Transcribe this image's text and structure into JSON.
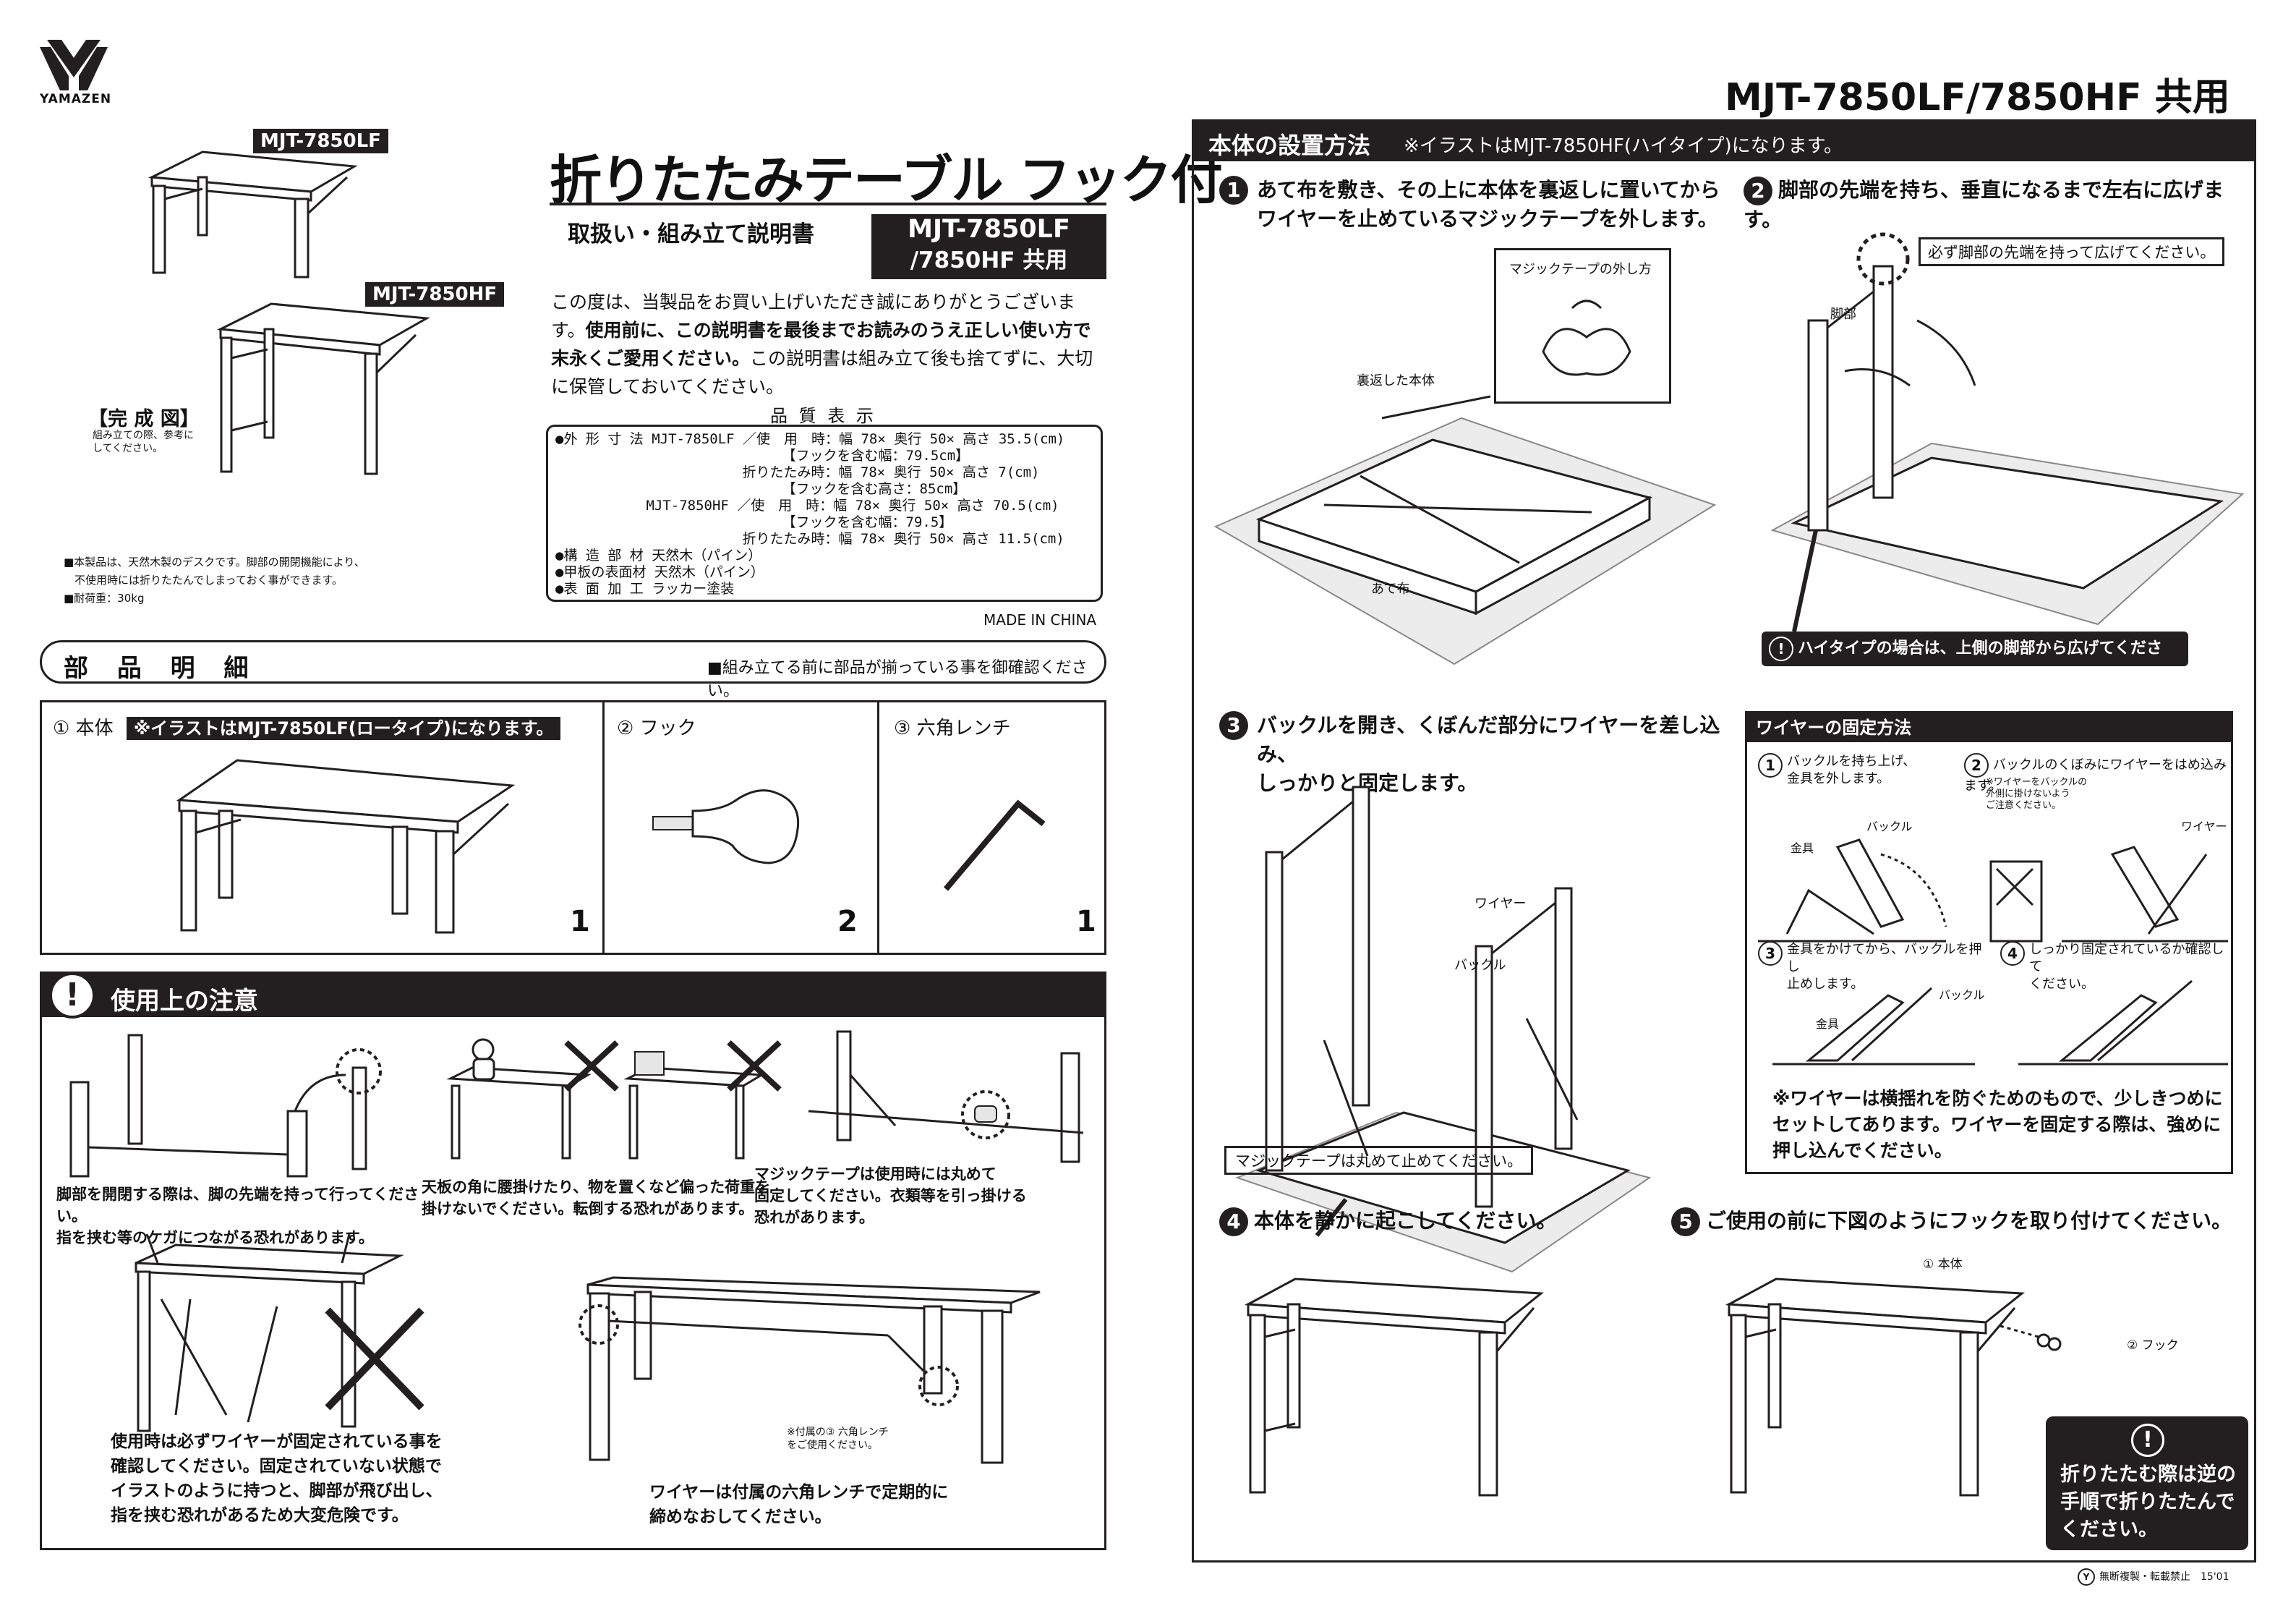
{
  "brand": {
    "name": "YAMAZEN"
  },
  "header": {
    "models_shared": "MJT-7850LF/7850HF 共用"
  },
  "left": {
    "model_lf": "MJT-7850LF",
    "model_hf": "MJT-7850HF",
    "completion_title": "【完 成 図】",
    "completion_note": "組み立ての際、参考にしてください。",
    "product_title": "折りたたみテーブル フック付",
    "manual_title": "取扱い・組み立て説明書",
    "model_box_line1": "MJT-7850LF",
    "model_box_line2": "/7850HF 共用",
    "intro_p1": "この度は、当製品をお買い上げいただき誠にありがとうございます。",
    "intro_bold": "使用前に、この説明書を最後までお読みのうえ正しい使い方で末永くご愛用ください。",
    "intro_p2": "この説明書は組み立て後も捨てずに、大切に保管しておいてください。",
    "notes": [
      "■本製品は、天然木製のデスクです。脚部の開閉機能により、",
      "　不使用時には折りたたんでしまっておく事ができます。",
      "■耐荷重：30kg"
    ],
    "quality_title": "品 質 表 示",
    "quality_lines": [
      "●外 形 寸 法  MJT-7850LF ／使　用　時：幅 78× 奥行 50× 高さ 35.5(cm)",
      "　　　　　　　　　　　　　　　　　【フックを含む幅：79.5cm】",
      "　　　　　　　　　　　　　 折りたたみ時：幅 78× 奥行 50× 高さ 7(cm)",
      "　　　　　　　　　　　　　　　　　【フックを含む高さ：85cm】",
      "　　　　　　  MJT-7850HF ／使　用　時：幅 78× 奥行 50× 高さ 70.5(cm)",
      "　　　　　　　　　　　　　　　　　【フックを含む幅：79.5】",
      "　　　　　　　　　　　　　 折りたたみ時：幅 78× 奥行 50× 高さ 11.5(cm)",
      "●構 造 部 材  天然木（パイン）",
      "●甲板の表面材  天然木（パイン）",
      "●表 面 加 工  ラッカー塗装"
    ],
    "made_in": "MADE IN CHINA",
    "parts_title": "部 品 明 細",
    "parts_note": "■組み立てる前に部品が揃っている事を御確認ください。",
    "parts": [
      {
        "label": "① 本体",
        "note": "※イラストはMJT-7850LF(ロータイプ)になります。",
        "qty": "1"
      },
      {
        "label": "② フック",
        "qty": "2"
      },
      {
        "label": "③ 六角レンチ",
        "qty": "1"
      }
    ],
    "caution_title": "使用上の注意",
    "cautions": [
      "脚部を開閉する際は、脚の先端を持って行ってください。\n指を挟む等のケガにつながる恐れがあります。",
      "天板の角に腰掛けたり、物を置くなど偏った荷重を\n掛けないでください。転倒する恐れがあります。",
      "マジックテープは使用時には丸めて\n固定してください。衣類等を引っ掛ける\n恐れがあります。",
      "使用時は必ずワイヤーが固定されている事を\n確認してください。固定されていない状態で\nイラストのように持つと、脚部が飛び出し、\n指を挟む恐れがあるため大変危険です。",
      "ワイヤーは付属の六角レンチで定期的に\n締めなおしてください。"
    ],
    "wrench_note": "※付属の③ 六角レンチ\nをご使用ください。"
  },
  "right": {
    "setup_title": "本体の設置方法",
    "setup_note": "※イラストはMJT-7850HF(ハイタイプ)になります。",
    "steps": [
      {
        "num": "1",
        "text": "あて布を敷き、その上に本体を裏返しに置いてから\nワイヤーを止めているマジックテープを外します。"
      },
      {
        "num": "2",
        "text": "脚部の先端を持ち、垂直になるまで左右に広げます。"
      },
      {
        "num": "3",
        "text": "バックルを開き、くぼんだ部分にワイヤーを差し込み、\nしっかりと固定します。"
      },
      {
        "num": "4",
        "text": "本体を静かに起こしてください。"
      },
      {
        "num": "5",
        "text": "ご使用の前に下図のようにフックを取り付けてください。"
      }
    ],
    "velcro_how": "マジックテープの外し方",
    "flipped_body": "裏返した本体",
    "cloth": "あて布",
    "leg": "脚部",
    "hold_tip": "必ず脚部の先端を持って広げてください。",
    "high_type_note": "ハイタイプの場合は、上側の脚部から広げてください。",
    "wire": "ワイヤー",
    "buckle": "バックル",
    "velcro_roll": "マジックテープは丸めて止めてください。",
    "wire_fix_title": "ワイヤーの固定方法",
    "wire_fix_steps": [
      {
        "num": "1",
        "text": "バックルを持ち上げ、\n金具を外します。"
      },
      {
        "num": "2",
        "text": "バックルのくぼみにワイヤーをはめ込みます。"
      },
      {
        "num": "3",
        "text": "金具をかけてから、バックルを押し\n止めします。"
      },
      {
        "num": "4",
        "text": "しっかり固定されているか確認して\nください。"
      }
    ],
    "wire_outside_note": "※ワイヤーをバックルの\n外側に掛けないよう\nご注意ください。",
    "metal": "金具",
    "wire_note": "※ワイヤーは横揺れを防ぐためのもので、少しきつめに\nセットしてあります。ワイヤーを固定する際は、強めに\n押し込んでください。",
    "body_label": "① 本体",
    "hook_label": "② フック",
    "fold_note": "折りたたむ際は逆の\n手順で折りたたんで\nください。",
    "footer": "無断複製・転載禁止　15'01"
  }
}
